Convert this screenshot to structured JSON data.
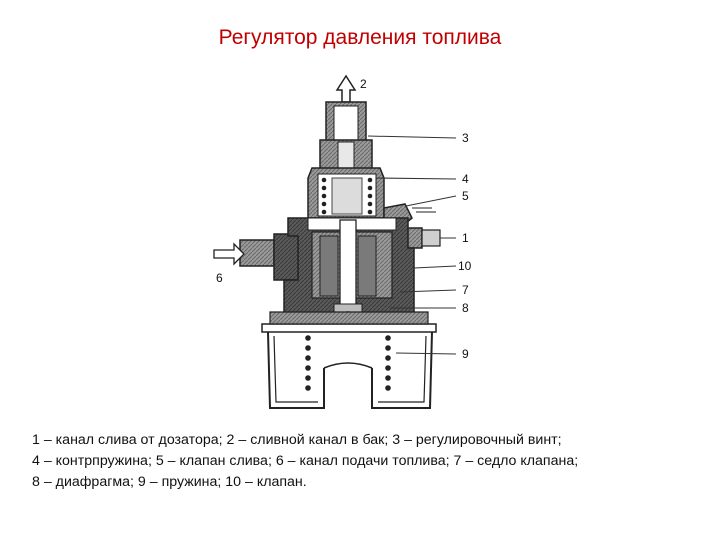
{
  "title": "Регулятор давления топлива",
  "diagram": {
    "labels": [
      "1",
      "2",
      "3",
      "4",
      "5",
      "6",
      "7",
      "8",
      "9",
      "10"
    ]
  },
  "caption": [
    "1 –  канал слива от дозатора; 2 – сливной канал в бак; 3 – регулировочный винт;",
    " 4 – контрпружина; 5 – клапан слива; 6 – канал подачи топлива; 7 – седло клапана;",
    " 8 – диафрагма; 9 – пружина; 10 – клапан."
  ]
}
